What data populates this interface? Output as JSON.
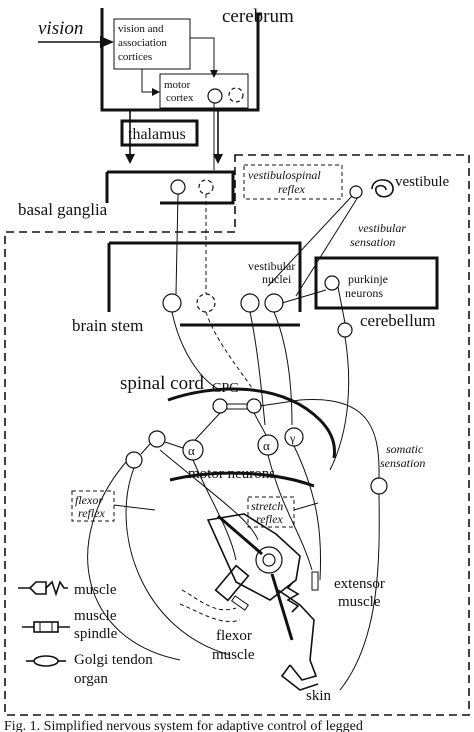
{
  "labels": {
    "vision": "vision",
    "cerebrum": "cerebrum",
    "vision_cortices": [
      "vision and",
      "association",
      "cortices"
    ],
    "motor_cortex": [
      "motor",
      "cortex"
    ],
    "thalamus": "thalamus",
    "basal_ganglia": "basal ganglia",
    "vestibulospinal_reflex": [
      "vestibulospinal",
      "reflex"
    ],
    "vestibule": "vestibule",
    "vestibular_sensation": [
      "vestibular",
      "sensation"
    ],
    "vestibular_nuclei": [
      "vestibular",
      "nuclei"
    ],
    "purkinje_neurons": [
      "purkinje",
      "neurons"
    ],
    "brain_stem": "brain stem",
    "cerebellum": "cerebellum",
    "spinal_cord": "spinal cord",
    "cpg": "CPG",
    "alpha": "α",
    "gamma": "γ",
    "motor_neurons": "motor neurons",
    "somatic_sensation": [
      "somatic",
      "sensation"
    ],
    "flexor_reflex": [
      "flexor",
      "reflex"
    ],
    "stretch_reflex": [
      "stretch",
      "reflex"
    ],
    "extensor_muscle": [
      "extensor",
      "muscle"
    ],
    "flexor_muscle": [
      "flexor",
      "muscle"
    ],
    "skin": "skin"
  },
  "legend": {
    "muscle": "muscle",
    "muscle_spindle": [
      "muscle",
      "spindle"
    ],
    "golgi_tendon_organ": [
      "Golgi tendon",
      "organ"
    ]
  },
  "caption": "Fig. 1. Simplified nervous system for adaptive control of legged"
}
